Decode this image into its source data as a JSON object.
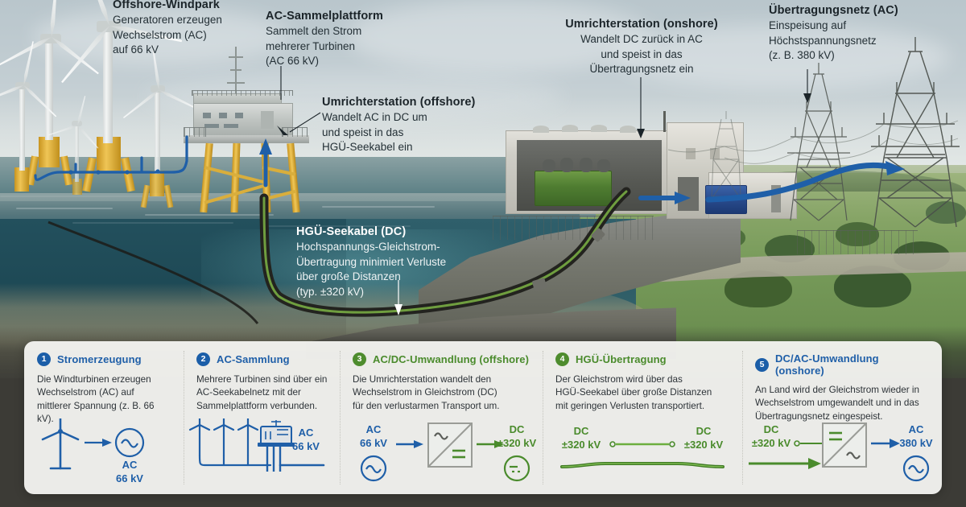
{
  "scene": {
    "callouts": [
      {
        "id": "offshore-windpark",
        "title": "Offshore-Windpark",
        "lines": [
          "Generatoren erzeugen",
          "Wechselstrom (AC)",
          "auf 66 kV"
        ]
      },
      {
        "id": "ac-sammelplattform",
        "title": "AC-Sammelplattform",
        "lines": [
          "Sammelt den Strom",
          "mehrerer Turbinen",
          "(AC 66 kV)"
        ]
      },
      {
        "id": "umrichterstation-offshore",
        "title": "Umrichterstation (offshore)",
        "lines": [
          "Wandelt AC in DC um",
          "und speist in das",
          "HGÜ-Seekabel ein"
        ]
      },
      {
        "id": "umrichterstation-onshore",
        "title": "Umrichterstation (onshore)",
        "lines": [
          "Wandelt DC zurück in AC",
          "und speist in das",
          "Übertragungsnetz ein"
        ]
      },
      {
        "id": "uebertragungsnetz",
        "title": "Übertragungsnetz (AC)",
        "lines": [
          "Einspeisung auf",
          "Höchstspannungsnetz",
          "(z. B. 380 kV)"
        ]
      },
      {
        "id": "hgue-seekabel",
        "title": "HGÜ-Seekabel (DC)",
        "lines": [
          "Hochspannungs-Gleichstrom-",
          "Übertragung minimiert Verluste",
          "über große Distanzen",
          "(typ. ±320 kV)"
        ]
      }
    ]
  },
  "colors": {
    "blue": "#1f5fa8",
    "green": "#4a8b2c",
    "badge_blue": "#1b5ea8",
    "badge_green": "#4e8c2e",
    "panel_bg": "#f6f6f3"
  },
  "steps": [
    {
      "number": "1",
      "title": "Stromerzeugung",
      "accent": "blue",
      "body": [
        "Die Windturbinen erzeugen",
        "Wechselstrom (AC) auf",
        "mittlerer Spannung (z. B. 66 kV)."
      ],
      "figure": {
        "type": "turbine-to-ac",
        "labels": [
          {
            "text": "AC",
            "sub": "66 kV",
            "color": "blue"
          }
        ]
      }
    },
    {
      "number": "2",
      "title": "AC-Sammlung",
      "accent": "blue",
      "body": [
        "Mehrere Turbinen sind über ein",
        "AC-Seekabelnetz mit der",
        "Sammelplattform verbunden."
      ],
      "figure": {
        "type": "turbines-to-platform",
        "labels": [
          {
            "text": "AC",
            "sub": "66 kV",
            "color": "blue"
          }
        ]
      }
    },
    {
      "number": "3",
      "title": "AC/DC-Umwandlung (offshore)",
      "accent": "green",
      "body": [
        "Die Umrichterstation wandelt den",
        "Wechselstrom in Gleichstrom (DC)",
        "für den verlustarmen Transport um."
      ],
      "figure": {
        "type": "ac-to-dc-converter",
        "labels": [
          {
            "text": "AC",
            "sub": "66 kV",
            "color": "blue"
          },
          {
            "text": "DC",
            "sub": "±320 kV",
            "color": "green"
          }
        ]
      }
    },
    {
      "number": "4",
      "title": "HGÜ-Übertragung",
      "accent": "green",
      "body": [
        "Der Gleichstrom wird über das",
        "HGÜ-Seekabel über große Distanzen",
        "mit geringen Verlusten transportiert."
      ],
      "figure": {
        "type": "dc-cable-run",
        "labels": [
          {
            "text": "DC",
            "sub": "±320 kV",
            "color": "green"
          },
          {
            "text": "DC",
            "sub": "±320 kV",
            "color": "green"
          }
        ]
      }
    },
    {
      "number": "5",
      "title": "DC/AC-Umwandlung (onshore)",
      "accent": "blue",
      "body": [
        "An Land wird der Gleichstrom wieder in",
        "Wechselstrom umgewandelt und in das",
        "Übertragungsnetz eingespeist."
      ],
      "figure": {
        "type": "dc-to-ac-converter",
        "labels": [
          {
            "text": "DC",
            "sub": "±320 kV",
            "color": "green"
          },
          {
            "text": "AC",
            "sub": "380 kV",
            "color": "blue"
          }
        ]
      }
    }
  ]
}
